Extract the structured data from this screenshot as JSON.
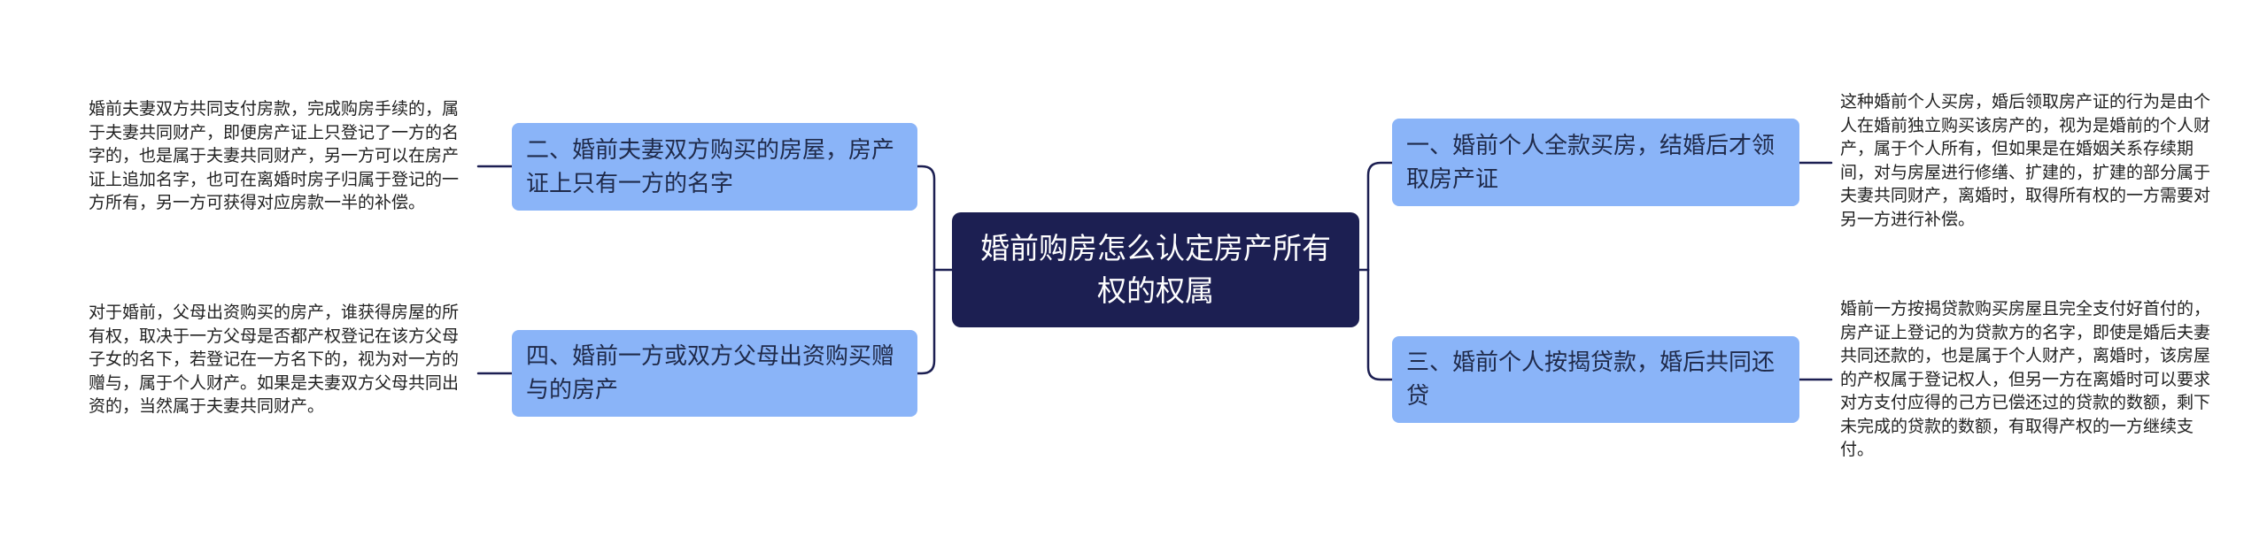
{
  "root": {
    "text": "婚前购房怎么认定房产所有权的权属"
  },
  "branches": [
    {
      "label": "一、婚前个人全款买房，结婚后才领取房产证",
      "detail": "这种婚前个人买房，婚后领取房产证的行为是由个人在婚前独立购买该房产的，视为是婚前的个人财产，属于个人所有，但如果是在婚姻关系存续期间，对与房屋进行修缮、扩建的，扩建的部分属于夫妻共同财产，离婚时，取得所有权的一方需要对另一方进行补偿。"
    },
    {
      "label": "二、婚前夫妻双方购买的房屋，房产证上只有一方的名字",
      "detail": "婚前夫妻双方共同支付房款，完成购房手续的，属于夫妻共同财产，即便房产证上只登记了一方的名字的，也是属于夫妻共同财产，另一方可以在房产证上追加名字，也可在离婚时房子归属于登记的一方所有，另一方可获得对应房款一半的补偿。"
    },
    {
      "label": "三、婚前个人按揭贷款，婚后共同还贷",
      "detail": "婚前一方按揭贷款购买房屋且完全支付好首付的，房产证上登记的为贷款方的名字，即使是婚后夫妻共同还款的，也是属于个人财产，离婚时，该房屋的产权属于登记权人，但另一方在离婚时可以要求对方支付应得的己方已偿还过的贷款的数额，剩下未完成的贷款的数额，有取得产权的一方继续支付。"
    },
    {
      "label": "四、婚前一方或双方父母出资购买赠与的房产",
      "detail": "对于婚前，父母出资购买的房产，谁获得房屋的所有权，取决于一方父母是否都产权登记在该方父母子女的名下，若登记在一方名下的，视为对一方的赠与，属于个人财产。如果是夫妻双方父母共同出资的，当然属于夫妻共同财产。"
    }
  ],
  "colors": {
    "root_bg": "#1c1f52",
    "branch_bg": "#8ab4f8",
    "connector": "#1c1f52"
  }
}
